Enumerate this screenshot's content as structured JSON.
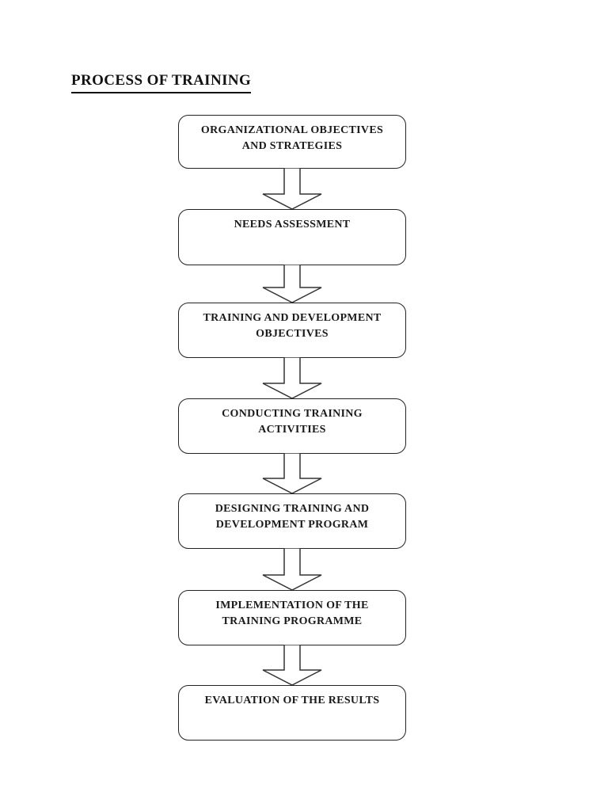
{
  "page": {
    "title": "PROCESS OF TRAINING",
    "background": "#ffffff"
  },
  "flowchart": {
    "connector_icon": "down-block-arrow",
    "colors": {
      "box_border": "#222222",
      "box_fill": "#ffffff",
      "text": "#1a1a1a",
      "arrow_outline": "#333333"
    },
    "steps": [
      {
        "lines": [
          "ORGANIZATIONAL OBJECTIVES",
          "AND STRATEGIES"
        ]
      },
      {
        "lines": [
          "NEEDS ASSESSMENT"
        ]
      },
      {
        "lines": [
          "TRAINING AND DEVELOPMENT",
          "OBJECTIVES"
        ]
      },
      {
        "lines": [
          "CONDUCTING TRAINING",
          "ACTIVITIES"
        ]
      },
      {
        "lines": [
          "DESIGNING TRAINING AND",
          "DEVELOPMENT PROGRAM"
        ]
      },
      {
        "lines": [
          "IMPLEMENTATION OF THE",
          "TRAINING PROGRAMME"
        ]
      },
      {
        "lines": [
          "EVALUATION OF THE RESULTS"
        ]
      }
    ]
  }
}
